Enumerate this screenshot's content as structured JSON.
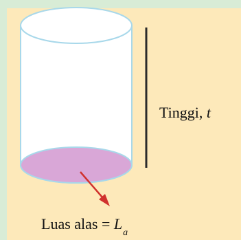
{
  "diagram": {
    "height_label": {
      "text": "Tinggi, ",
      "variable": "t"
    },
    "base_label": {
      "text": "Luas alas = ",
      "variable": "L",
      "subscript": "a"
    }
  },
  "colors": {
    "outer_background": "#d8ecd6",
    "panel_background": "#fde9ba",
    "cylinder_fill": "#ffffff",
    "cylinder_outline": "#a8d8ea",
    "base_fill": "#d9a7d7",
    "arrow": "#d0312d",
    "height_line": "#2b2b2b"
  }
}
